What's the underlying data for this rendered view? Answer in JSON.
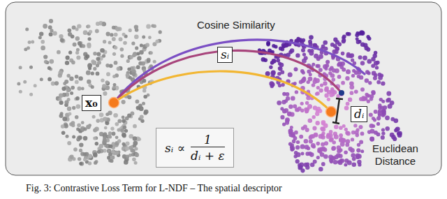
{
  "diagram": {
    "caption": "Fig. 3: Contrastive Loss Term for L-NDF – The spatial descriptor",
    "nodes": [
      {
        "text": [
          "x₀"
        ]
      },
      {
        "text": [
          "sᵢ"
        ]
      },
      {
        "text": [
          "dᵢ"
        ]
      },
      {
        "text": [
          "sᵢ ∝",
          "1",
          "dᵢ + ε"
        ]
      }
    ],
    "labels": [
      "Cosine Similarity",
      "Euclidean Distance"
    ]
  }
}
